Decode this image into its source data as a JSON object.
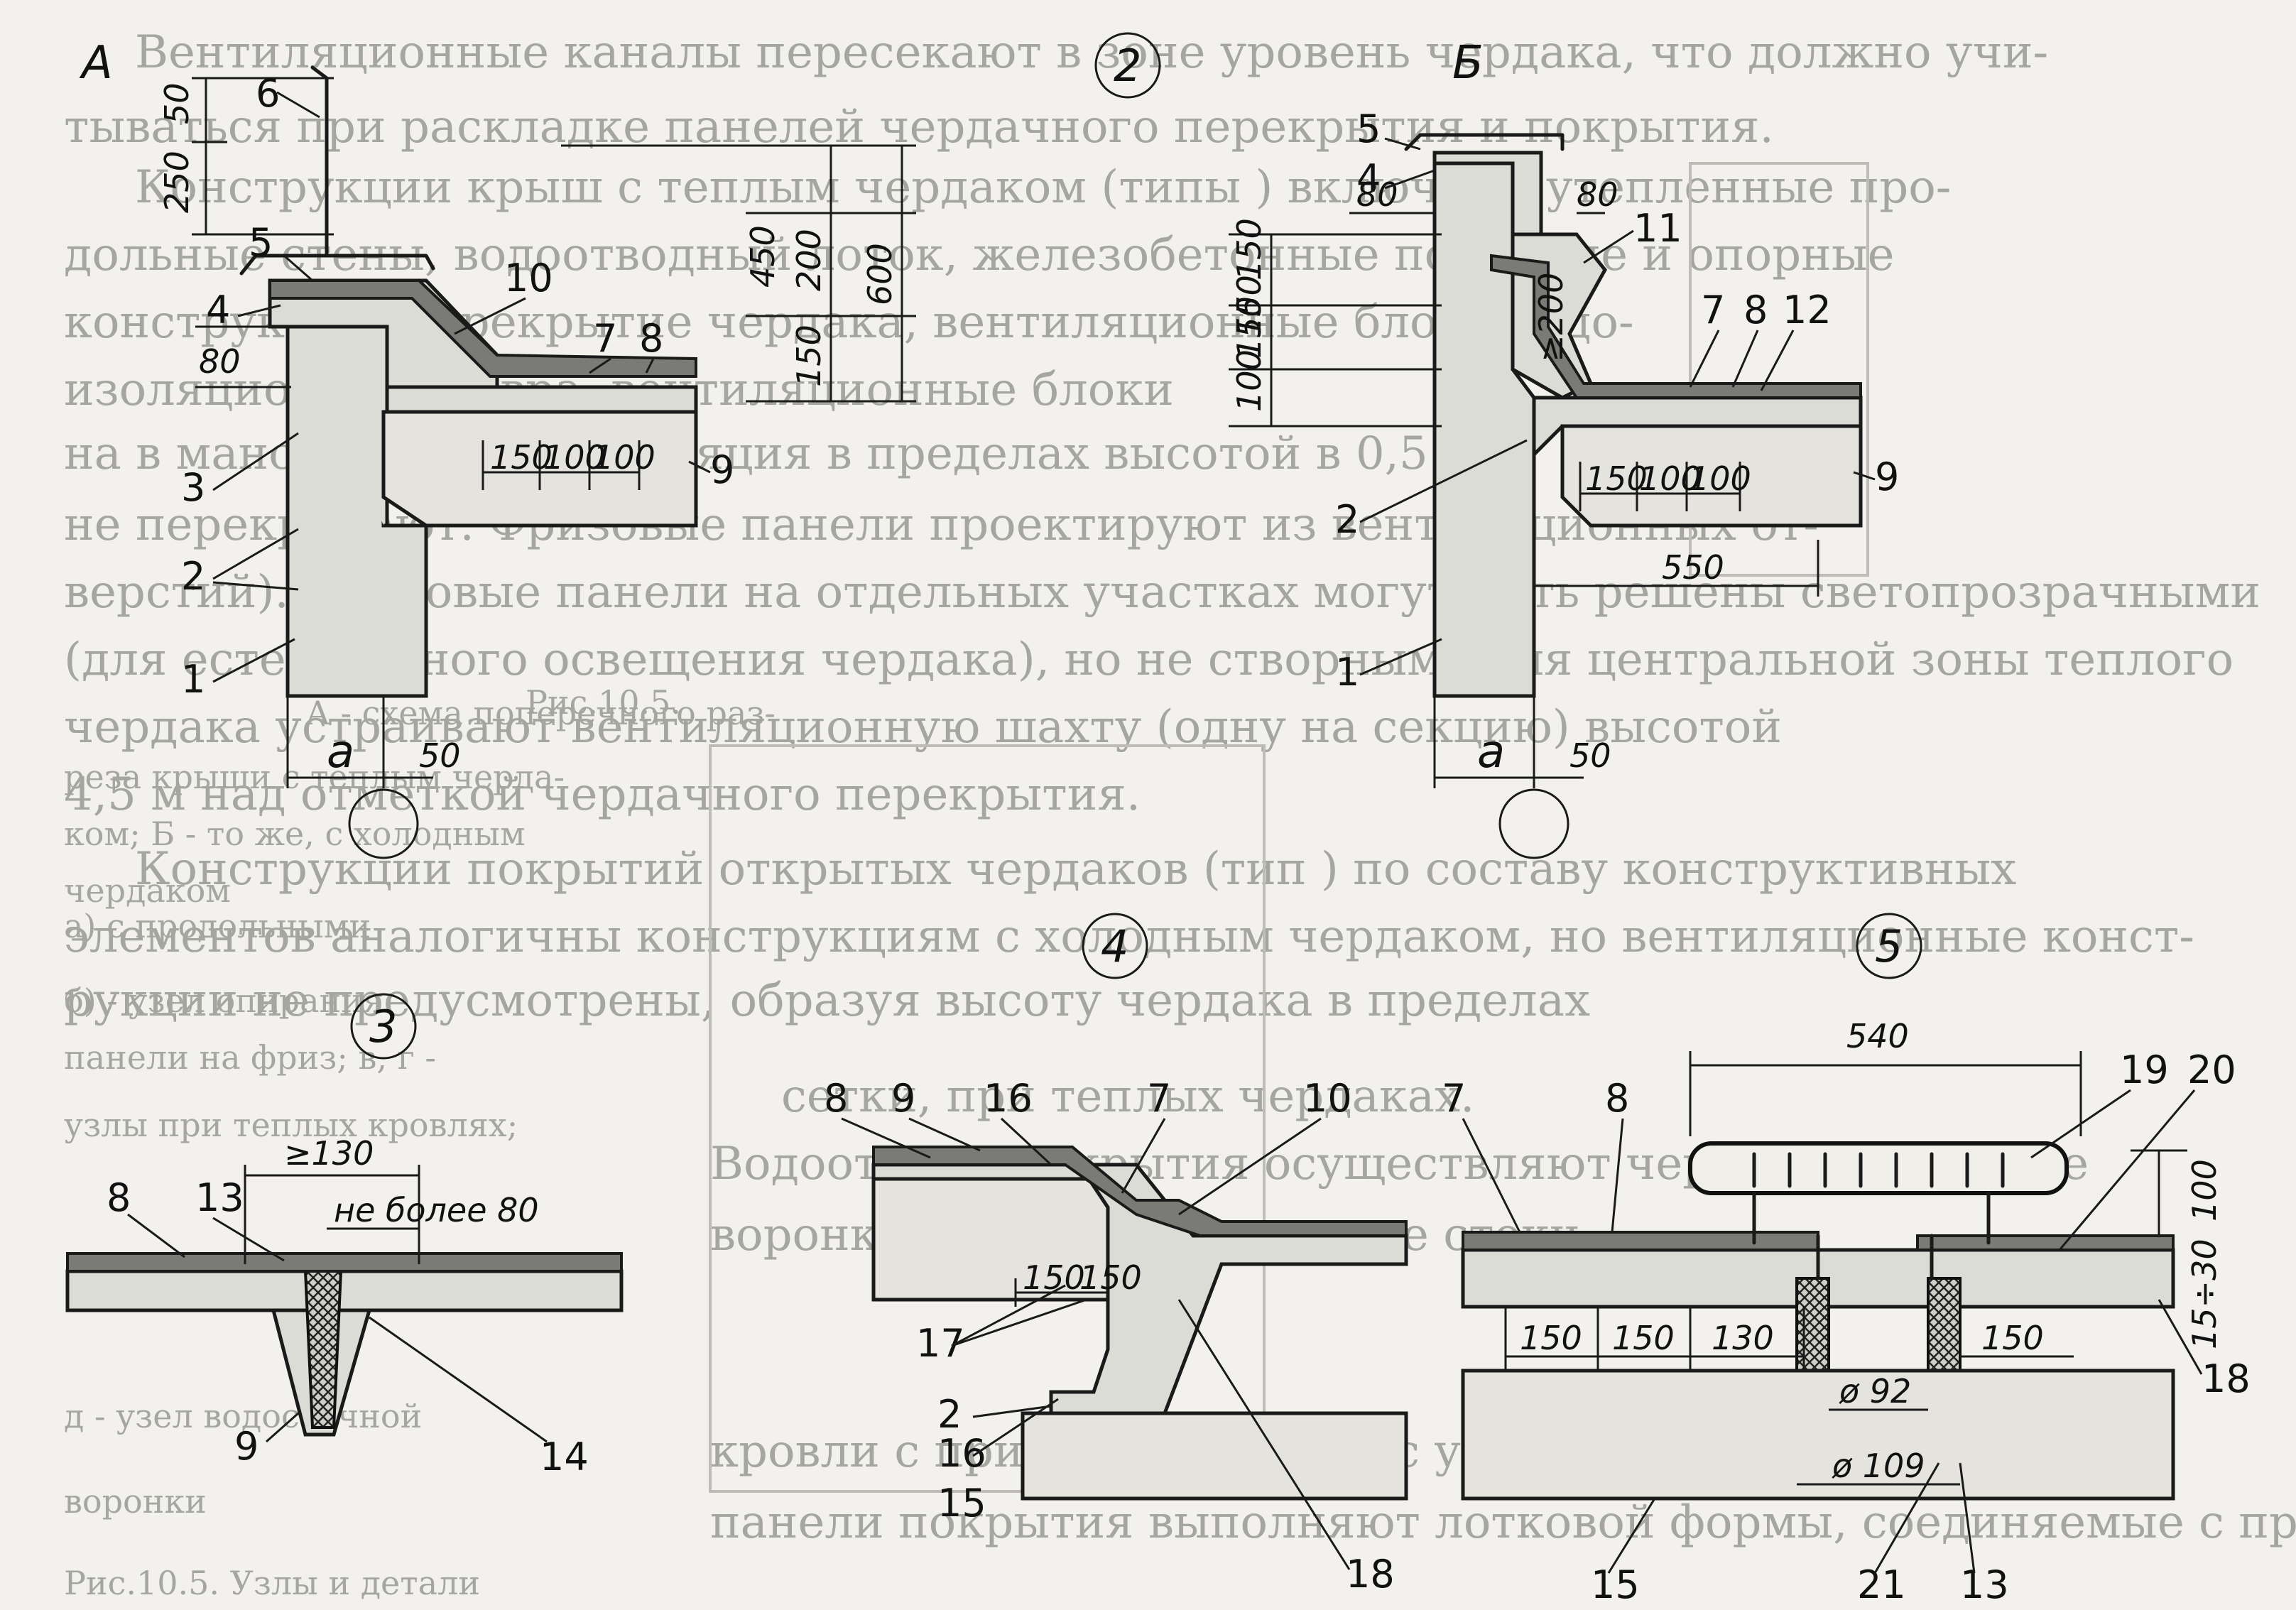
{
  "background_text": {
    "lines": [
      "Вентиляционные каналы пересекают в зоне уровень чердака, что должно учи-",
      "тываться при раскладке панелей чердачного перекрытия и покрытия.",
      "Конструкции крыш с теплым чердаком (типы ) включают утепленные про-",
      "дольные стены, водоотводный лоток, железобетонные покрытие и опорные",
      "конструкции, перекрытие чердака, вентиляционные блоки водо-",
      "изоляционного ковра, вентиляционные блоки",
      "на в мансардах теплоизоляция в пределах высотой в 0,5 м,",
      "не перекрывают. Фризовые панели проектируют из вентиляционных от-",
      "верстий). Фризовые панели на отдельных участках могут быть решены светопрозрачными",
      "(для естественного освещения чердака), но не створными для центральной зоны теплого",
      "чердака устраивают вентиляционную шахту (одну на секцию) высотой",
      "4,5 м над отметкой чердачного перекрытия.",
      "Конструкции покрытий открытых чердаков (тип ) по составу конструктивных",
      "элементов аналогичны конструкциям с холодным чердаком, но вентиляционные конст-",
      "рукции не предусмотрены, образуя высоту чердака в пределах",
      "сетки, при теплых чердаках.",
      "Водоотвод с покрытия осуществляют через водосборные",
      "воронки через водоприемные стоки",
      "кровли с приданием формы с уклонами",
      "панели покрытия выполняют лотковой формы, соединяемые с продольными"
    ],
    "caption_fragments": [
      "Рис.10.5.",
      "А - схема поперечного раз-",
      "реза крыши с теплым черда-",
      "ком; Б - то же, с холодным",
      "чердаком",
      "а) с продольными",
      "б) - узел опирания",
      "панели на фриз; в, г -",
      "узлы при теплых кровлях;",
      "д - узел водосточной",
      "воронки",
      "Рис.10.5. Узлы и детали"
    ]
  },
  "detail_A": {
    "view_label": "А",
    "sheet_number": "2",
    "callouts": [
      "1",
      "2",
      "3",
      "4",
      "5",
      "6",
      "7",
      "8",
      "9",
      "10"
    ],
    "dimensions": {
      "d250": "250",
      "d50": "50",
      "d80": "80",
      "d200": "200",
      "d150": "150",
      "d450": "450",
      "d600": "600",
      "row": [
        "150",
        "100",
        "100"
      ],
      "a": "a",
      "d50b": "50"
    }
  },
  "detail_B": {
    "view_label": "Б",
    "callouts": [
      "1",
      "2",
      "4",
      "5",
      "7",
      "8",
      "9",
      "11",
      "12"
    ],
    "dimensions": {
      "d80a": "80",
      "d80b": "80",
      "left_stack": [
        "150",
        "150",
        "150",
        "100"
      ],
      "ge200": "≥200",
      "row": [
        "150",
        "100",
        "100"
      ],
      "d550": "550",
      "a": "a",
      "d50": "50"
    }
  },
  "detail_3": {
    "number": "3",
    "callouts": [
      "8",
      "13",
      "9",
      "14"
    ],
    "dimensions": {
      "ge130": "≥130",
      "max80": "не более 80"
    }
  },
  "detail_4": {
    "number": "4",
    "callouts": [
      "8",
      "9",
      "16",
      "7",
      "10",
      "17",
      "2",
      "16",
      "15",
      "18"
    ],
    "dimensions": {
      "d150a": "150",
      "d150b": "150"
    }
  },
  "detail_5": {
    "number": "5",
    "callouts": [
      "7",
      "8",
      "19",
      "20",
      "18",
      "21",
      "13",
      "15"
    ],
    "dimensions": {
      "d540": "540",
      "d100": "100",
      "d15_30": "15÷30",
      "row": [
        "150",
        "150",
        "130"
      ],
      "d150r": "150",
      "phi92": "ø 92",
      "phi109": "ø 109"
    }
  }
}
